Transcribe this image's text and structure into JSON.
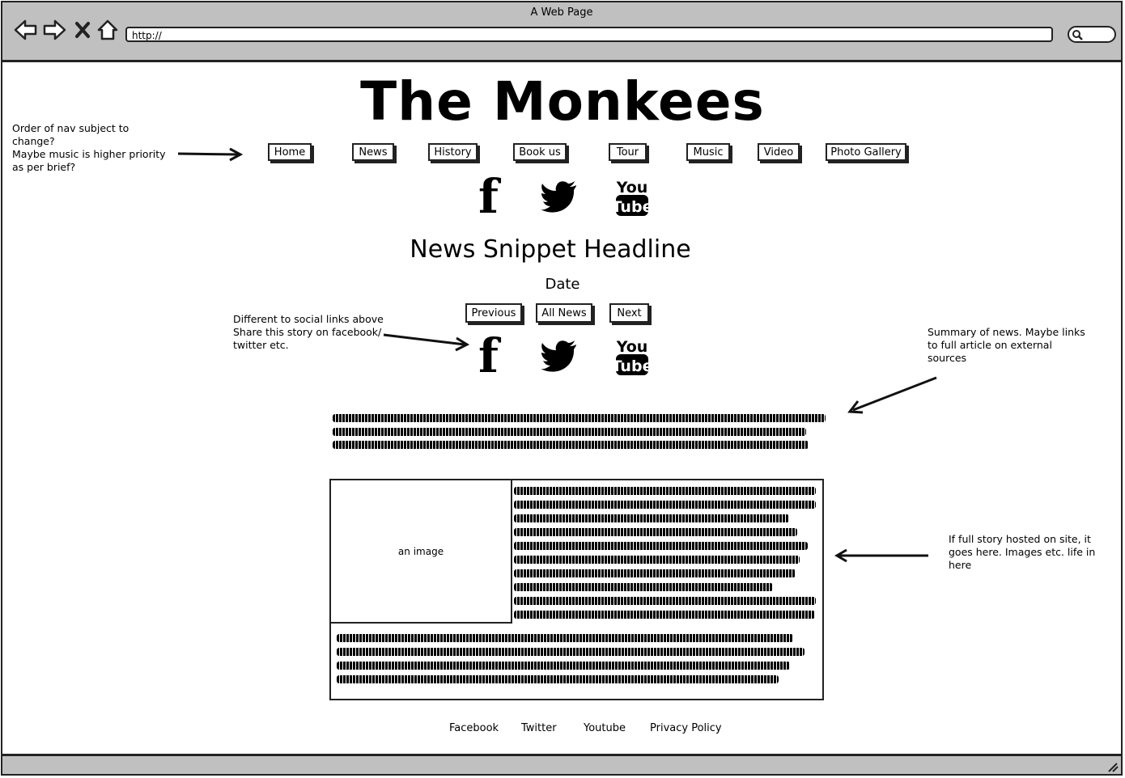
{
  "browser": {
    "window_title": "A Web Page",
    "url": "http://"
  },
  "site": {
    "title": "The Monkees",
    "nav": [
      "Home",
      "News",
      "History",
      "Book us",
      "Tour",
      "Music",
      "Video",
      "Photo Gallery"
    ]
  },
  "news": {
    "headline": "News Snippet Headline",
    "date": "Date",
    "pager": [
      "Previous",
      "All News",
      "Next"
    ],
    "image_label": "an image"
  },
  "social": {
    "youtube_top": "You",
    "youtube_bottom": "Tube"
  },
  "annotations": {
    "nav_order": [
      "Order of nav subject to",
      "change?",
      "Maybe music is higher priority",
      "as per brief?"
    ],
    "share": [
      "Different to social links above",
      "Share this story on facebook/",
      "twitter etc."
    ],
    "summary": [
      "Summary of news. Maybe links",
      "to full article on external",
      "sources"
    ],
    "full_story": [
      "If full story hosted on site, it",
      "goes here. Images etc. life in",
      "here"
    ]
  },
  "footer": [
    "Facebook",
    "Twitter",
    "Youtube",
    "Privacy Policy"
  ]
}
